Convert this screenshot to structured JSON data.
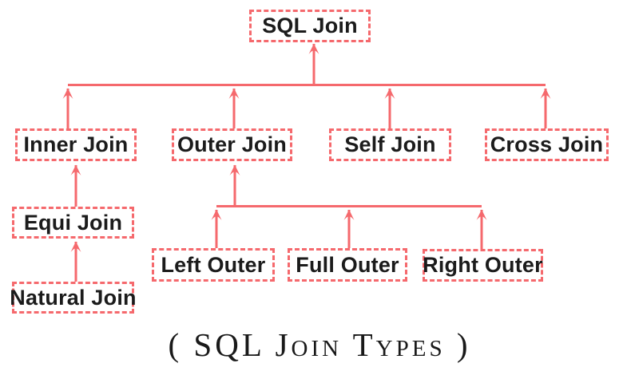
{
  "diagram": {
    "title_node": {
      "label": "SQL Join"
    },
    "level1": [
      {
        "label": "Inner Join"
      },
      {
        "label": "Outer Join"
      },
      {
        "label": "Self Join"
      },
      {
        "label": "Cross Join"
      }
    ],
    "inner_join_children": [
      {
        "label": "Equi Join"
      },
      {
        "label": "Natural Join"
      }
    ],
    "outer_join_children": [
      {
        "label": "Left Outer"
      },
      {
        "label": "Full Outer"
      },
      {
        "label": "Right Outer"
      }
    ],
    "caption": "( SQL Join Types )",
    "colors": {
      "accent": "#f5696d",
      "text": "#1b1b1b",
      "background": "#ffffff"
    }
  }
}
